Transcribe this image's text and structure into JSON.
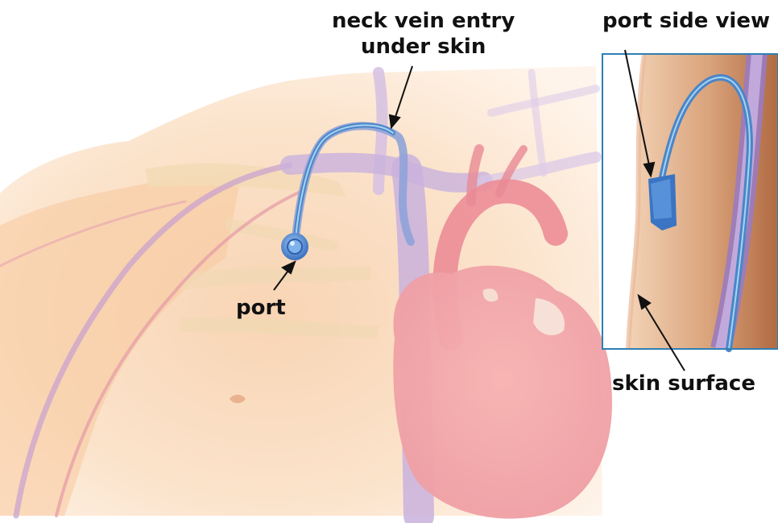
{
  "labels": {
    "neck_vein_line1": "neck vein entry",
    "neck_vein_line2": "under skin",
    "port_side_view": "port side view",
    "port": "port",
    "skin_surface": "skin surface"
  },
  "colors": {
    "skin_light": "#fbe3c8",
    "skin_mid": "#f6cfa6",
    "vein_purple": "#b89ad0",
    "artery_pink": "#e98a93",
    "heart": "#f2a6aa",
    "catheter_blue": "#4a86c7",
    "inset_border": "#2f7fb3",
    "side_skin_dark": "#b4724a",
    "side_skin_light": "#f0c9a8"
  }
}
